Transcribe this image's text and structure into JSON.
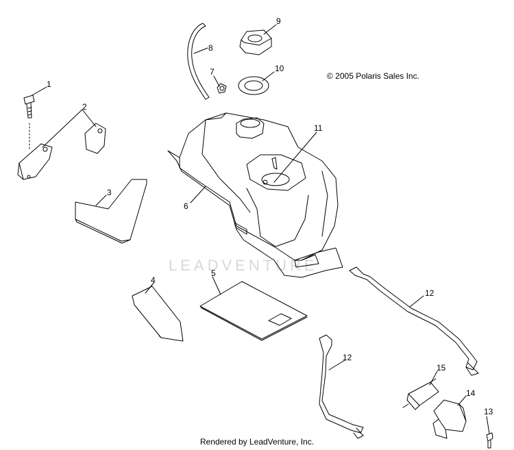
{
  "copyright": "© 2005 Polaris Sales Inc.",
  "watermark": "LEADVENTURE",
  "footer": "Rendered by LeadVenture, Inc.",
  "callouts": {
    "c1": "1",
    "c2": "2",
    "c3": "3",
    "c4": "4",
    "c5": "5",
    "c6": "6",
    "c7": "7",
    "c8": "8",
    "c9": "9",
    "c10": "10",
    "c11": "11",
    "c12a": "12",
    "c12b": "12",
    "c13": "13",
    "c14": "14",
    "c15": "15"
  },
  "colors": {
    "line": "#000000",
    "background": "#ffffff",
    "watermark": "#d8d8d8"
  }
}
